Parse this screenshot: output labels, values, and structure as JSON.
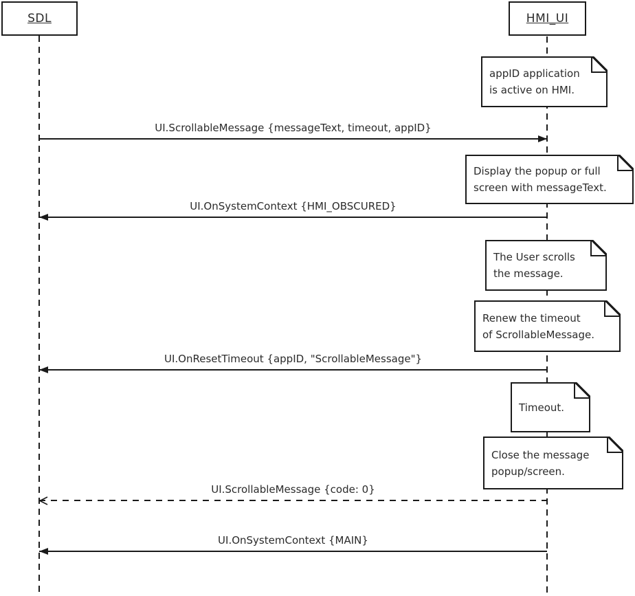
{
  "diagram": {
    "title": "ScrollableMessage sequence diagram",
    "colors": {
      "line": "#1a1a1a",
      "text": "#2b2b2b",
      "background": "#ffffff"
    },
    "participants": [
      {
        "name": "SDL"
      },
      {
        "name": "HMI_UI"
      }
    ],
    "messages": [
      {
        "label": "UI.ScrollableMessage {messageText, timeout, appID}",
        "from": "SDL",
        "to": "HMI_UI",
        "line": "solid",
        "arrow": "filled"
      },
      {
        "label": "UI.OnSystemContext {HMI_OBSCURED}",
        "from": "HMI_UI",
        "to": "SDL",
        "line": "solid",
        "arrow": "filled"
      },
      {
        "label": "UI.OnResetTimeout {appID, \"ScrollableMessage\"}",
        "from": "HMI_UI",
        "to": "SDL",
        "line": "solid",
        "arrow": "filled"
      },
      {
        "label": "UI.ScrollableMessage {code: 0}",
        "from": "HMI_UI",
        "to": "SDL",
        "line": "dashed",
        "arrow": "open"
      },
      {
        "label": "UI.OnSystemContext {MAIN}",
        "from": "HMI_UI",
        "to": "SDL",
        "line": "solid",
        "arrow": "filled"
      }
    ],
    "notes": [
      {
        "text": "appID application\nis active on HMI."
      },
      {
        "text": "Display the popup or full\nscreen with messageText."
      },
      {
        "text": "The User scrolls\nthe message."
      },
      {
        "text": "Renew the timeout\nof ScrollableMessage."
      },
      {
        "text": "Timeout."
      },
      {
        "text": "Close the message\npopup/screen."
      }
    ]
  }
}
